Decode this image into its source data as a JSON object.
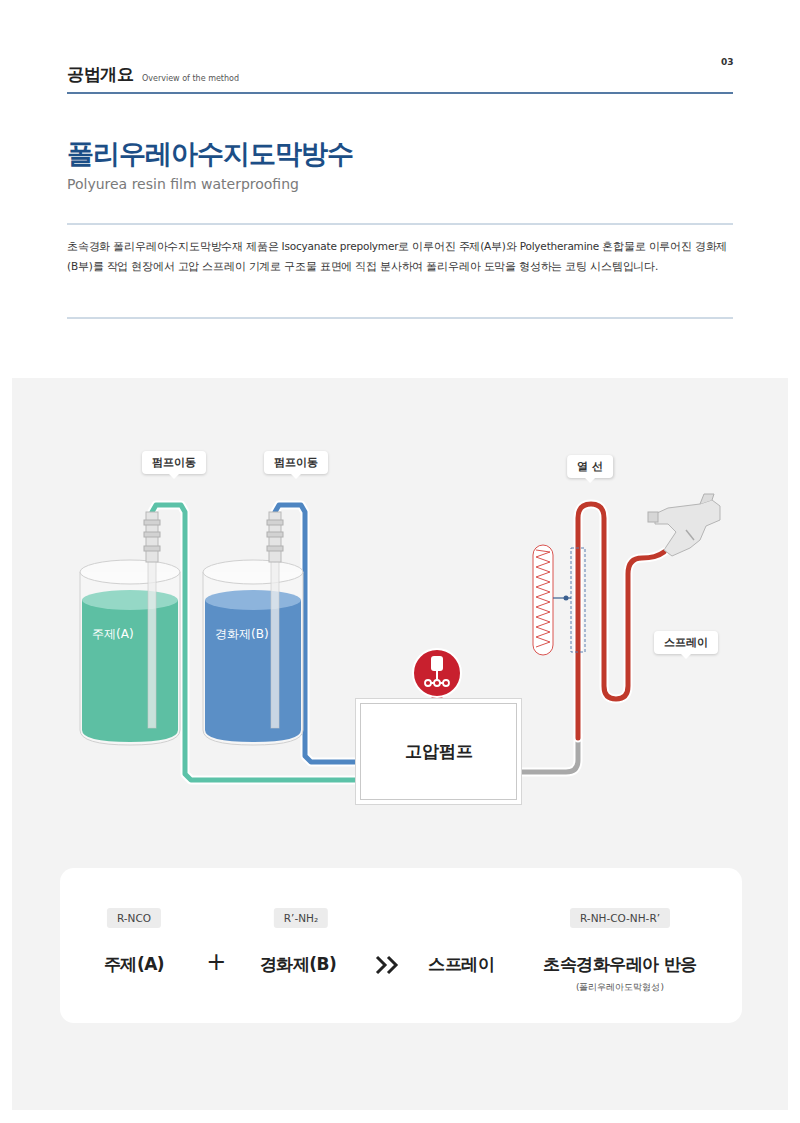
{
  "diagram": {
    "title": "폴리우레아수지도막방수",
    "nodes": [
      {
        "text": [
          "주제(A)"
        ]
      },
      {
        "text": [
          "경화제(B)"
        ]
      },
      {
        "text": [
          "고압펌프"
        ]
      }
    ],
    "edges": [
      {
        "from": 0,
        "to": 2,
        "arrow": "none"
      },
      {
        "from": 1,
        "to": 2,
        "arrow": "none"
      }
    ],
    "labels": [
      "공법개요",
      "Overview of the method",
      "03",
      "Polyurea resin film waterproofing",
      "초속경화 폴리우레아수지도막방수재 제품은 Isocyanate prepolymer로 이루어진 주제(A부)와 Polyetheramine 혼합물로 이루어진 경화제(B부)를 작업 현장에서 고압 스프레이 기계로 구조물 표면에 직접 분사하여 폴리우레아 도막을 형성하는 코팅 시스템입니다.",
      "펌프이동",
      "펌프이동",
      "열 선",
      "스프레이",
      "R-NCO",
      "R’-NH₂",
      "R-NH-CO-NH-R’",
      "주제(A)",
      "+",
      "경화제(B)",
      "스프레이",
      "초속경화우레아 반응",
      "(폴리우레아도막형성)"
    ]
  }
}
